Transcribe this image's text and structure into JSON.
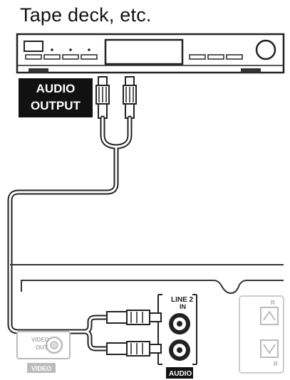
{
  "caption": "Tape deck, etc.",
  "source_device": {
    "output_label_line1": "AUDIO",
    "output_label_line2": "OUTPUT"
  },
  "receiver_panel": {
    "line_input_label_line1": "LINE 2",
    "line_input_label_line2": "IN",
    "audio_tag": "AUDIO",
    "video_out_label_line1": "VIDEO",
    "video_out_label_line2": "OUT",
    "video_tag": "VIDEO",
    "ant_label": "R",
    "ant_label2": "R"
  }
}
